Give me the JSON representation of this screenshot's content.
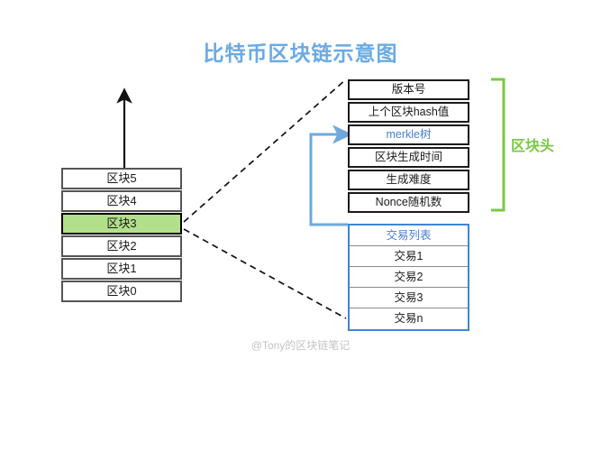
{
  "title": "比特币区块链示意图",
  "colors": {
    "title": "#6aaae4",
    "accent_blue": "#4a7fd0",
    "panel_blue": "#3f86d4",
    "bracket_green": "#7ac943",
    "highlight_green": "#b2e08a",
    "block_border": "#555555",
    "watermark": "#c4c4c4"
  },
  "chain": {
    "blocks": [
      {
        "label": "区块5",
        "highlighted": false
      },
      {
        "label": "区块4",
        "highlighted": false
      },
      {
        "label": "区块3",
        "highlighted": true
      },
      {
        "label": "区块2",
        "highlighted": false
      },
      {
        "label": "区块1",
        "highlighted": false
      },
      {
        "label": "区块0",
        "highlighted": false
      }
    ]
  },
  "block_header": {
    "bracket_label": "区块头",
    "rows": [
      {
        "label": "版本号",
        "accent": false
      },
      {
        "label": "上个区块hash值",
        "accent": false
      },
      {
        "label": "merkle树",
        "accent": true
      },
      {
        "label": "区块生成时间",
        "accent": false
      },
      {
        "label": "生成难度",
        "accent": false
      },
      {
        "label": "Nonce随机数",
        "accent": false
      }
    ]
  },
  "transaction_list": {
    "header": "交易列表",
    "rows": [
      "交易1",
      "交易2",
      "交易3",
      "交易n"
    ]
  },
  "watermark": "@Tony的区块链笔记"
}
